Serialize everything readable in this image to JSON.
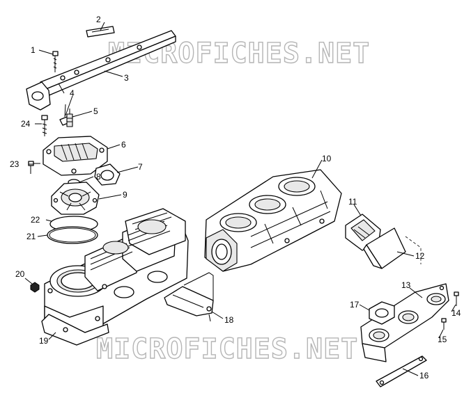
{
  "watermark": {
    "top": "MICROFICHES.NET",
    "bottom": "MICROFICHES.NET"
  },
  "callouts": [
    "1",
    "2",
    "3",
    "4",
    "5",
    "6",
    "7",
    "8",
    "9",
    "10",
    "11",
    "12",
    "13",
    "14",
    "15",
    "16",
    "17",
    "18",
    "19",
    "20",
    "21",
    "22",
    "23",
    "24"
  ],
  "colors": {
    "ink": "#000000",
    "watermark_outline": "#b5b5b5",
    "background": "#ffffff"
  }
}
